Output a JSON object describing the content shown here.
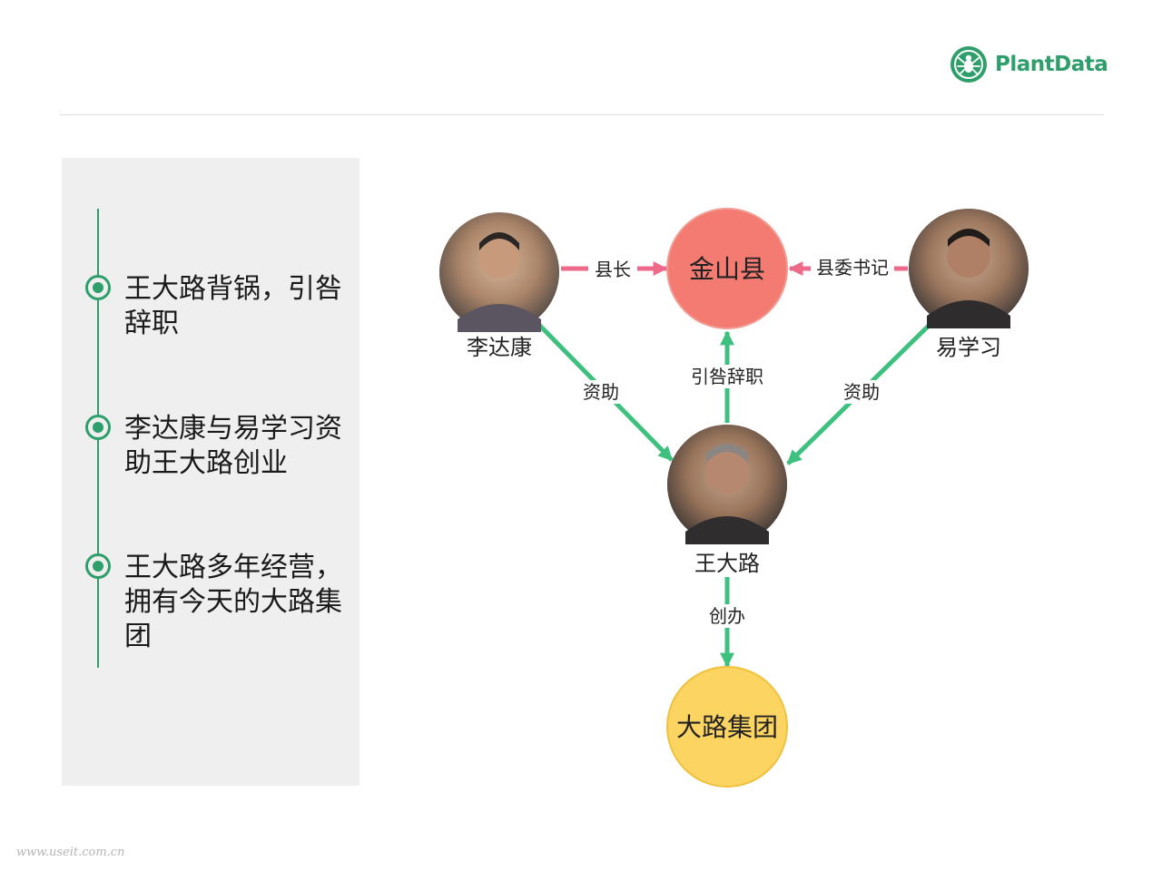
{
  "brand": {
    "name": "PlantData",
    "color": "#2e9e6b",
    "icon": "spider-logo-icon"
  },
  "timeline": [
    {
      "text": "王大路背锅，引咎辞职"
    },
    {
      "text": "李达康与易学习资助王大路创业"
    },
    {
      "text": "王大路多年经营，拥有今天的大路集团"
    }
  ],
  "graph": {
    "nodes": {
      "jinshan": {
        "label": "金山县",
        "color": "#f47b72"
      },
      "dalu_group": {
        "label": "大路集团",
        "color": "#fbd461"
      },
      "li": {
        "label": "李达康"
      },
      "yi": {
        "label": "易学习"
      },
      "wang": {
        "label": "王大路"
      }
    },
    "edges": {
      "li_jinshan": {
        "label": "县长",
        "color": "#ee6a8b"
      },
      "yi_jinshan": {
        "label": "县委书记",
        "color": "#ee6a8b"
      },
      "li_wang": {
        "label": "资助",
        "color": "#3ec17e"
      },
      "yi_wang": {
        "label": "资助",
        "color": "#3ec17e"
      },
      "wang_jinshan": {
        "label": "引咎辞职",
        "color": "#3ec17e"
      },
      "wang_group": {
        "label": "创办",
        "color": "#3ec17e"
      }
    }
  },
  "watermark": "www.useit.com.cn"
}
